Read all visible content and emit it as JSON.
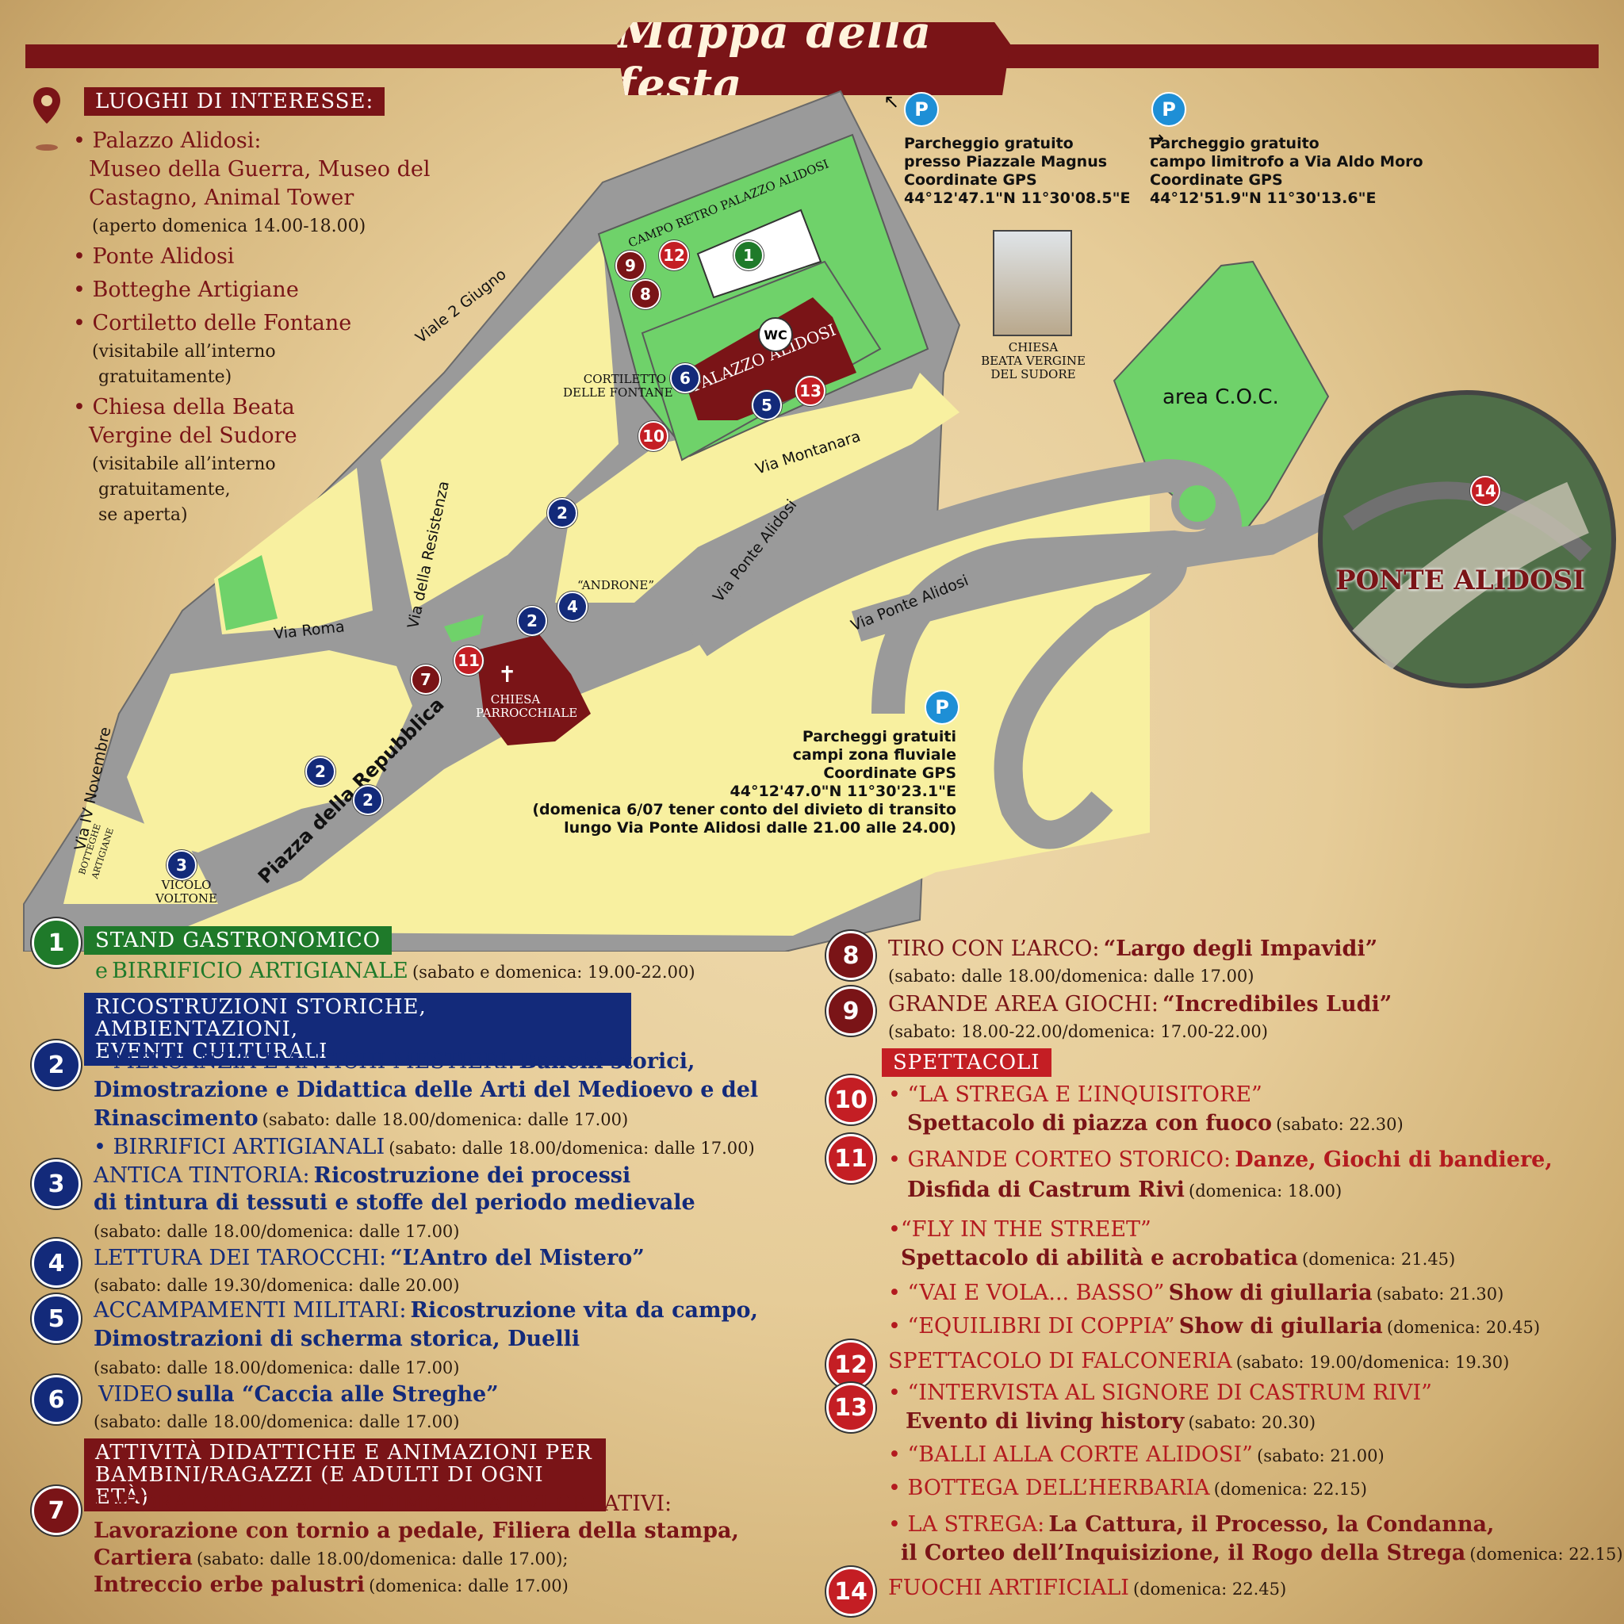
{
  "title": "Mappa della festa",
  "luoghi": {
    "header": "LUOGHI DI INTERESSE:",
    "items": [
      {
        "line1": "• Palazzo Alidosi:",
        "line2": "Museo della Guerra, Museo del",
        "line3": "Castagno, Animal Tower",
        "note": "(aperto domenica 14.00-18.00)"
      },
      {
        "line1": "• Ponte Alidosi"
      },
      {
        "line1": "• Botteghe Artigiane"
      },
      {
        "line1": "• Cortiletto delle Fontane",
        "note": "(visitabile all’interno",
        "note2": "gratuitamente)"
      },
      {
        "line1": "• Chiesa della Beata",
        "line2": "Vergine del Sudore",
        "note": "(visitabile all’interno",
        "note2": "gratuitamente,",
        "note3": "se aperta)"
      }
    ]
  },
  "parking": [
    {
      "icon": "P",
      "l1": "Parcheggio gratuito",
      "l2": "presso Piazzale Magnus",
      "l3": "Coordinate GPS",
      "l4": "44°12'47.1\"N 11°30'08.5\"E"
    },
    {
      "icon": "P",
      "l1": "Parcheggio gratuito",
      "l2": "campo limitrofo a Via Aldo Moro",
      "l3": "Coordinate GPS",
      "l4": "44°12'51.9\"N 11°30'13.6\"E"
    },
    {
      "icon": "P",
      "l1": "Parcheggi gratuiti",
      "l2": "campi zona fluviale",
      "l3": "Coordinate GPS",
      "l4": "44°12'47.0\"N 11°30'23.1\"E",
      "l5": "(domenica 6/07 tener conto del divieto di transito",
      "l6": "lungo Via Ponte Alidosi dalle 21.00 alle 24.00)"
    }
  ],
  "map": {
    "streets": {
      "viale2giugno": "Viale 2 Giugno",
      "resistenza": "Via della Resistenza",
      "roma": "Via Roma",
      "ivnovembre": "Via IV Novembre",
      "repubblica": "Piazza della Repubblica",
      "montanara": "Via Montanara",
      "ponte1": "Via Ponte Alidosi",
      "ponte2": "Via Ponte Alidosi"
    },
    "places": {
      "campo": "CAMPO RETRO PALAZZO ALIDOSI",
      "palazzo": "PALAZZO ALIDOSI",
      "wc": "WC",
      "cortiletto1": "CORTILETTO",
      "cortiletto2": "DELLE FONTANE",
      "androne": "“ANDRONE”",
      "chiesa_parr1": "CHIESA",
      "chiesa_parr2": "PARROCCHIALE",
      "botteghe1": "BOTTEGHE",
      "botteghe2": "ARTIGIANE",
      "vicolo1": "VICOLO",
      "vicolo2": "VOLTONE",
      "coc": "area C.O.C.",
      "chiesa_bv1": "CHIESA",
      "chiesa_bv2": "BEATA VERGINE",
      "chiesa_bv3": "DEL SUDORE",
      "ponte": "PONTE ALIDOSI"
    },
    "markers": [
      "1",
      "2",
      "3",
      "4",
      "5",
      "6",
      "7",
      "8",
      "9",
      "10",
      "11",
      "12",
      "13",
      "14"
    ]
  },
  "legend": {
    "n1": "1",
    "h1": "STAND GASTRONOMICO",
    "e_prefix": "e",
    "birrificio": "BIRRIFICIO ARTIGIANALE",
    "t1": "(sabato e domenica: 19.00-22.00)",
    "h_ric1": "RICOSTRUZIONI STORICHE, AMBIENTAZIONI,",
    "h_ric2": "EVENTI CULTURALI",
    "n2": "2",
    "e2a_cap": "• MERCANZIA E ANTICHI MESTIERI:",
    "e2a_b": "Banchi storici,",
    "e2b": "Dimostrazione e Didattica delle Arti del Medioevo e del",
    "e2c": "Rinascimento",
    "e2c_t": "(sabato: dalle 18.00/domenica: dalle 17.00)",
    "e2d_cap": "• BIRRIFICI ARTIGIANALI",
    "e2d_t": "(sabato: dalle 18.00/domenica: dalle 17.00)",
    "n3": "3",
    "e3a_cap": "ANTICA TINTORIA:",
    "e3a_b": "Ricostruzione dei processi",
    "e3b": "di tintura di tessuti e stoffe del periodo medievale",
    "e3t": "(sabato: dalle 18.00/domenica: dalle 17.00)",
    "n4": "4",
    "e4_cap": "LETTURA DEI TAROCCHI:",
    "e4_b": "“L’Antro del Mistero”",
    "e4t": "(sabato: dalle 19.30/domenica: dalle 20.00)",
    "n5": "5",
    "e5a_cap": "ACCAMPAMENTI MILITARI:",
    "e5a_b": "Ricostruzione vita da campo,",
    "e5b": "Dimostrazioni di scherma storica, Duelli",
    "e5t": "(sabato: dalle 18.00/domenica: dalle 17.00)",
    "n6": "6",
    "e6_cap": "VIDEO",
    "e6_b": "sulla “Caccia alle Streghe”",
    "e6t": "(sabato: dalle 18.00/domenica: dalle 17.00)",
    "h_att1": "ATTIVITÀ DIDATTICHE E ANIMAZIONI PER",
    "h_att2": "BAMBINI/RAGAZZI (E ADULTI DI OGNI ETÀ)",
    "n7": "7",
    "e7a_cap": "LABORATORI DIDATTICI-DIMOSTRATIVI-CREATIVI:",
    "e7b": "Lavorazione con tornio a pedale, Filiera della stampa,",
    "e7c": "Cartiera",
    "e7c_t": "(sabato: dalle 18.00/domenica: dalle 17.00);",
    "e7d": "Intreccio erbe palustri",
    "e7d_t": "(domenica: dalle 17.00)",
    "n8": "8",
    "e8_cap": "TIRO CON L’ARCO:",
    "e8_b": "“Largo degli Impavidi”",
    "e8t": "(sabato: dalle 18.00/domenica: dalle 17.00)",
    "n9": "9",
    "e9_cap": "GRANDE AREA GIOCHI:",
    "e9_b": "“Incredibiles Ludi”",
    "e9t": "(sabato: 18.00-22.00/domenica: 17.00-22.00)",
    "h_spet": "SPETTACOLI",
    "n10": "10",
    "e10a": "• “LA STREGA E L’INQUISITORE”",
    "e10b": "Spettacolo di piazza con fuoco",
    "e10t": "(sabato: 22.30)",
    "n11": "11",
    "e11a_cap": "• GRANDE CORTEO STORICO:",
    "e11a_b": "Danze, Giochi di bandiere,",
    "e11b": "Disfida di Castrum Rivi",
    "e11t": "(domenica: 18.00)",
    "fly1": "•“FLY IN THE STREET”",
    "fly2": "Spettacolo di abilità e acrobatica",
    "flyt": "(domenica: 21.45)",
    "vai_cap": "• “VAI E VOLA... BASSO”",
    "vai_b": "Show di giullaria",
    "vait": "(sabato: 21.30)",
    "equ_cap": "• “EQUILIBRI DI COPPIA”",
    "equ_b": "Show di giullaria",
    "equt": "(domenica: 20.45)",
    "n12": "12",
    "e12": "SPETTACOLO DI FALCONERIA",
    "e12t": "(sabato: 19.00/domenica: 19.30)",
    "n13": "13",
    "e13a": "• “INTERVISTA AL SIGNORE DI CASTRUM RIVI”",
    "e13b": "Evento di living history",
    "e13t": "(sabato: 20.30)",
    "balli": "• “BALLI ALLA CORTE ALIDOSI”",
    "ballit": "(sabato: 21.00)",
    "bott": "• BOTTEGA DELL’HERBARIA",
    "bottt": "(domenica: 22.15)",
    "stra_cap": "• LA STREGA:",
    "stra_b": "La Cattura, il Processo, la Condanna,",
    "strb": "il Corteo dell’Inquisizione, il Rogo della Strega",
    "strt": "(domenica: 22.15)",
    "n14": "14",
    "e14": "FUOCHI ARTIFICIALI",
    "e14t": "(domenica: 22.45)"
  },
  "colors": {
    "dark_red": "#7a1417",
    "navy": "#132a7a",
    "green": "#1f7a2a",
    "bright_red": "#c41e24",
    "parking_blue": "#1e8fd6",
    "road_gray": "#9a9a9a",
    "area_yellow": "#f8f0a0",
    "park_green": "#6fd26a"
  }
}
